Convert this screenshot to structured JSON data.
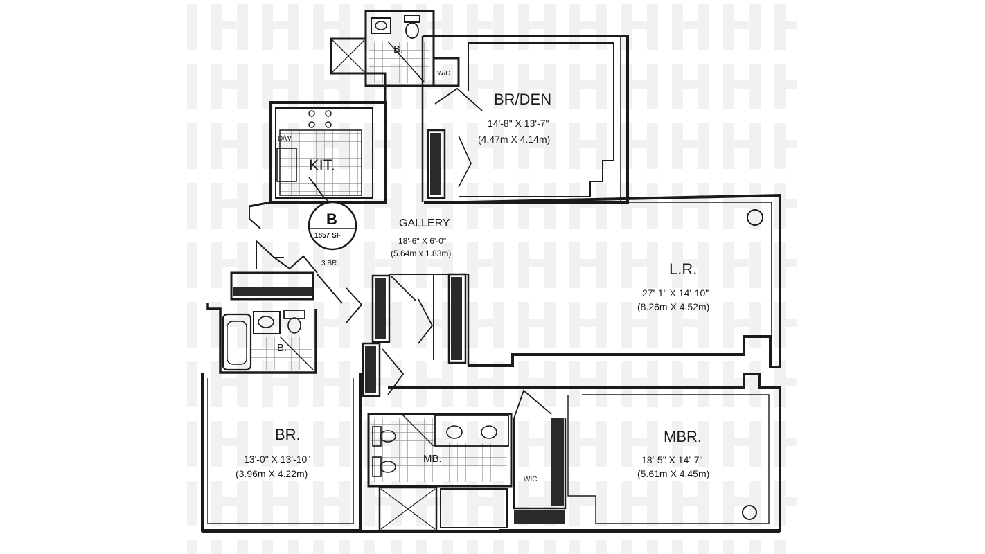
{
  "rooms": {
    "br_den": {
      "name": "BR/DEN",
      "dim_ft": "14'-8\" X 13'-7\"",
      "dim_m": "(4.47m X 4.14m)"
    },
    "gallery": {
      "name": "GALLERY",
      "dim_ft": "18'-6\" X 6'-0\"",
      "dim_m": "(5.64m x 1.83m)"
    },
    "lr": {
      "name": "L.R.",
      "dim_ft": "27'-1\" X 14'-10\"",
      "dim_m": "(8.26m X 4.52m)"
    },
    "br": {
      "name": "BR.",
      "dim_ft": "13'-0\" X 13'-10\"",
      "dim_m": "(3.96m X 4.22m)"
    },
    "mbr": {
      "name": "MBR.",
      "dim_ft": "18'-5\" X 14'-7\"",
      "dim_m": "(5.61m X 4.45m)"
    },
    "kit": {
      "name": "KIT."
    },
    "bath_top": {
      "name": "B."
    },
    "bath_left": {
      "name": "B."
    },
    "bath_master": {
      "name": "MB."
    },
    "wic": {
      "name": "WIC."
    },
    "wd": {
      "name": "W/D"
    },
    "dw": {
      "name": "D/W"
    }
  },
  "unit_badge": {
    "letter": "B",
    "area": "1857 SF",
    "bedrooms": "3 BR."
  },
  "colors": {
    "ink": "#1a1a1a",
    "tile": "#8a8a8a",
    "closet": "#2a2a2a",
    "watermark": "#f1f1f1"
  }
}
